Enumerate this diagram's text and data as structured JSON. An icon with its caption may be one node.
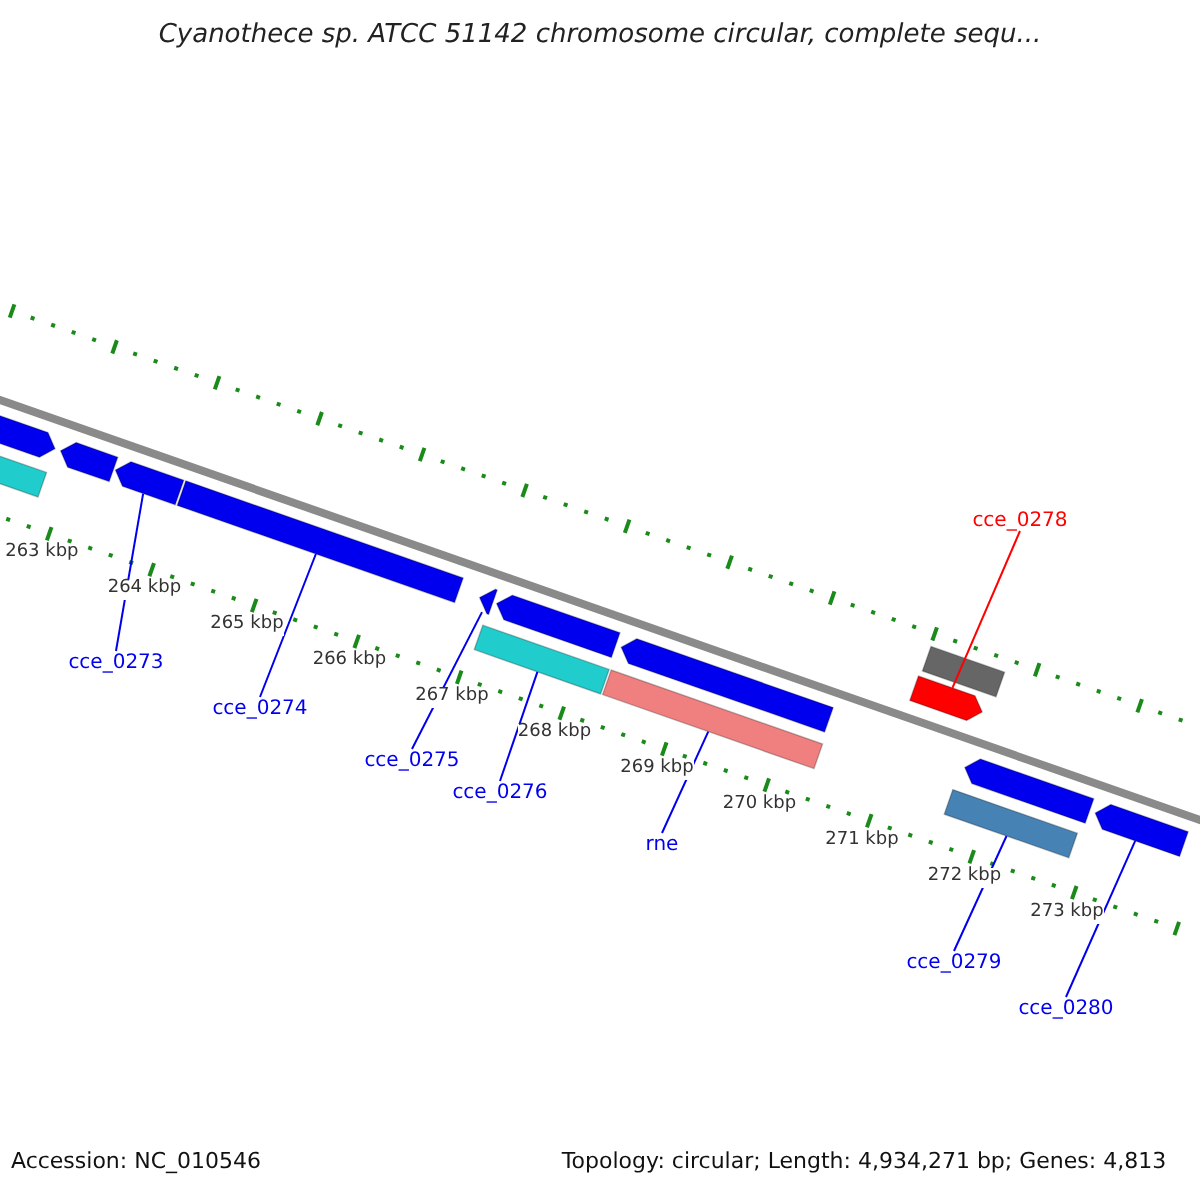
{
  "diagram": {
    "title": "Cyanothece sp. ATCC 51142 chromosome circular, complete sequ...",
    "nodes": [
      {
        "text": [],
        "shape": "arrow"
      },
      {
        "text": [],
        "shape": "bar"
      },
      {
        "text": [],
        "shape": "arrow"
      },
      {
        "text": [],
        "shape": "arrow"
      },
      {
        "text": [],
        "shape": "bar"
      },
      {
        "text": [],
        "shape": "arrow"
      },
      {
        "text": [],
        "shape": "arrow"
      },
      {
        "text": [],
        "shape": "bar"
      },
      {
        "text": [],
        "shape": "arrow"
      },
      {
        "text": [],
        "shape": "bar"
      },
      {
        "text": [],
        "shape": "bar"
      },
      {
        "text": [],
        "shape": "arrow"
      },
      {
        "text": [],
        "shape": "arrow"
      },
      {
        "text": [],
        "shape": "bar"
      },
      {
        "text": [],
        "shape": "arrow"
      },
      {
        "text": [
          "cce_0273"
        ]
      },
      {
        "text": [
          "cce_0274"
        ]
      },
      {
        "text": [
          "cce_0275"
        ]
      },
      {
        "text": [
          "cce_0276"
        ]
      },
      {
        "text": [
          "rne"
        ]
      },
      {
        "text": [
          "cce_0278"
        ]
      },
      {
        "text": [
          "cce_0279"
        ]
      },
      {
        "text": [
          "cce_0280"
        ]
      }
    ],
    "edges": [
      {
        "from": 15,
        "to": 3,
        "arrow": "none"
      },
      {
        "from": 16,
        "to": 4,
        "arrow": "none"
      },
      {
        "from": 17,
        "to": 5,
        "arrow": "none"
      },
      {
        "from": 18,
        "to": 7,
        "arrow": "none"
      },
      {
        "from": 19,
        "to": 9,
        "arrow": "none"
      },
      {
        "from": 20,
        "to": 11,
        "arrow": "none",
        "color": "#ff0000"
      },
      {
        "from": 21,
        "to": 13,
        "arrow": "none"
      },
      {
        "from": 22,
        "to": 14,
        "arrow": "none"
      }
    ],
    "labels": [
      "263 kbp",
      "264 kbp",
      "265 kbp",
      "266 kbp",
      "267 kbp",
      "268 kbp",
      "269 kbp",
      "270 kbp",
      "271 kbp",
      "272 kbp",
      "273 kbp",
      "Accession: NC_010546",
      "Topology: circular; Length: 4,934,271 bp; Genes: 4,813"
    ]
  }
}
